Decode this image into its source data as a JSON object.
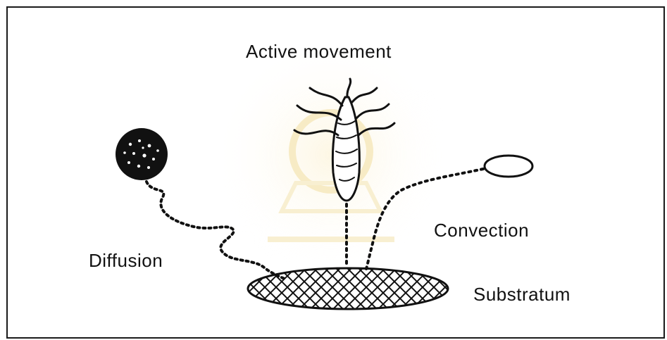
{
  "diagram": {
    "labels": {
      "active_movement": "Active movement",
      "convection": "Convection",
      "diffusion": "Diffusion",
      "substratum": "Substratum"
    },
    "colors": {
      "ink": "#111111",
      "frame": "#1a1a1a",
      "watermark": "#f4e3a8",
      "background": "#ffffff"
    },
    "icons": [
      "dark-particle-icon",
      "bacterium-icon",
      "hollow-particle-icon",
      "substratum-hatched-ellipse"
    ]
  }
}
